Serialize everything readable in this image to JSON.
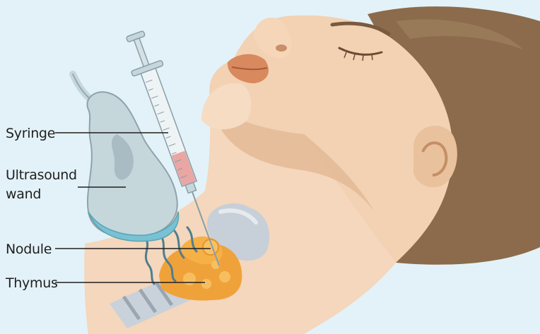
{
  "labels": {
    "syringe": "Syringe",
    "ultrasound_line1": "Ultrasound",
    "ultrasound_line2": "wand",
    "nodule": "Nodule",
    "thymus": "Thymus"
  },
  "colors": {
    "background": "#e3f2f8",
    "skin": "#f2d2b3",
    "skin_shadow": "#e2b893",
    "hair": "#8b6b4b",
    "lips": "#d9895e",
    "probe_body": "#c6d7dc",
    "probe_tip": "#78c2d3",
    "syringe_liquid": "#e9a6a3",
    "thyroid": "#c7cfd8",
    "thymus": "#f0a23a",
    "nodule": "#f7c265",
    "nerve": "#4f7e8e"
  }
}
